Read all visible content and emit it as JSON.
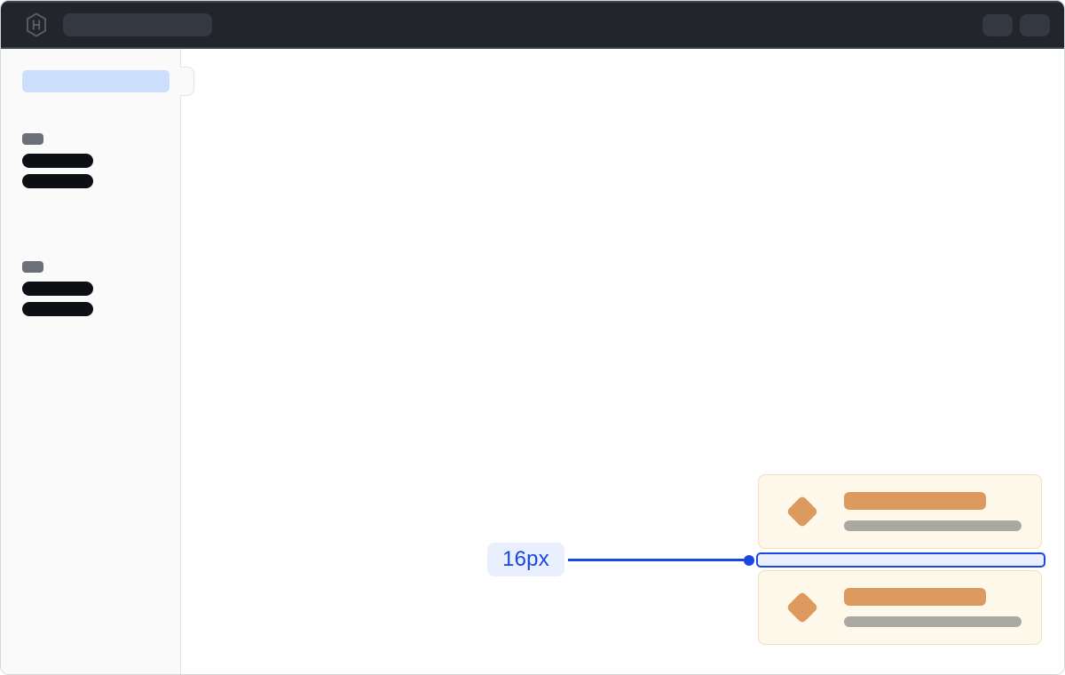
{
  "annotation": {
    "label": "16px"
  },
  "icons": {
    "logo": "hashicorp-logo-icon",
    "card_marker": "diamond-icon",
    "topbar_right": [
      "help-button-skeleton",
      "user-menu-skeleton"
    ]
  },
  "colors": {
    "topbar-bg": "#22252c",
    "topbar-edge": "#3f434b",
    "topbar-skeleton": "#343841",
    "window-border": "#d5d7db",
    "sidebar-bg": "#fafafa",
    "sidebar-border": "#e2e3e6",
    "selected-item": "#cbdffc",
    "section-label": "#6b6f77",
    "nav-item": "#0c0f14",
    "card-bg": "#fdf8e9",
    "card-border": "#f1e2b6",
    "card-accent": "#dd9a5e",
    "card-muted": "#a9a8a2",
    "accent-blue": "#1b46e0",
    "annotation-bg": "#e9effc"
  }
}
